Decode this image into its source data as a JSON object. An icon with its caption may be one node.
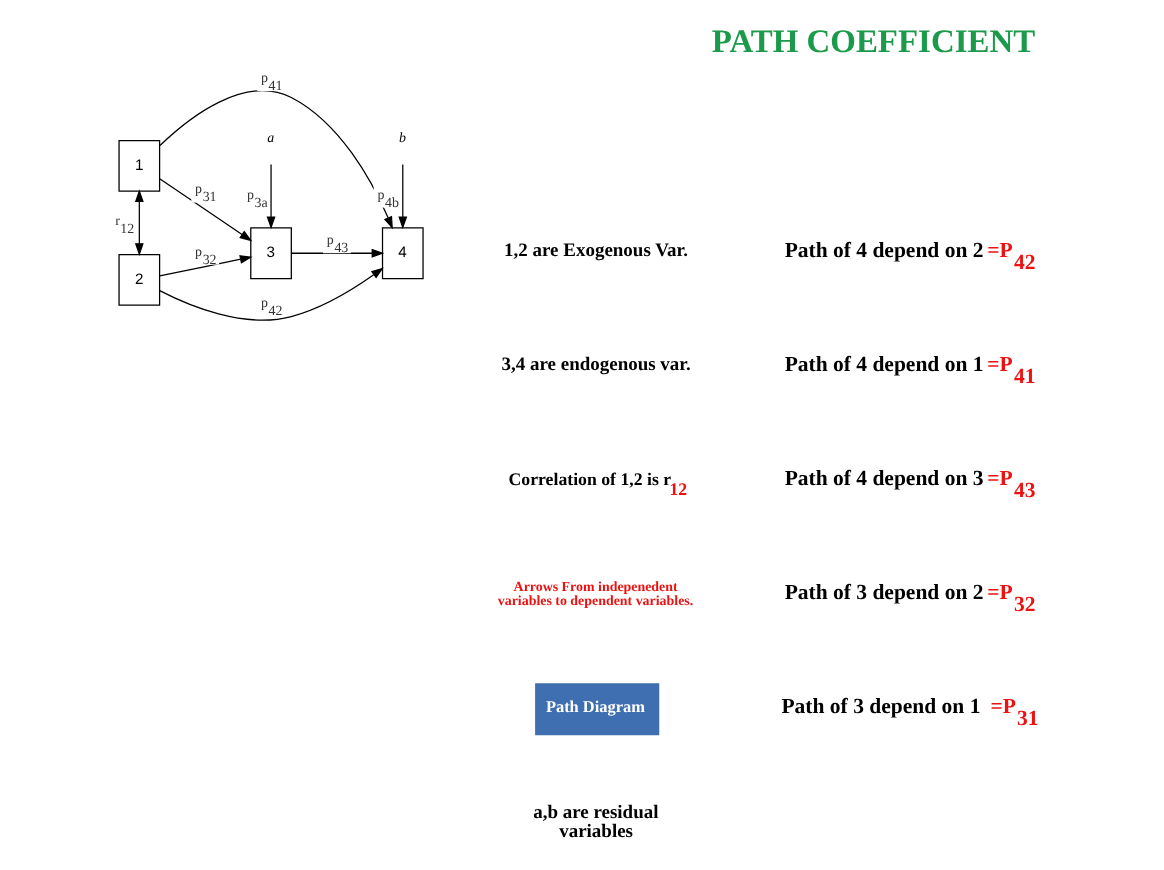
{
  "diagram": {
    "title": "PATH COEFFICIENT",
    "nodes": [
      {
        "text": [
          "1"
        ]
      },
      {
        "text": [
          "3"
        ]
      },
      {
        "text": [
          "4"
        ]
      },
      {
        "text": [
          "2"
        ]
      },
      {
        "text": [
          "a"
        ]
      },
      {
        "text": [
          "b"
        ]
      }
    ],
    "edges": [
      {
        "from": 0,
        "to": 3,
        "arrow": "both",
        "label": "r$_{12}$"
      },
      {
        "from": 0,
        "to": 2,
        "arrow": "to",
        "label": "p$_{41}$"
      },
      {
        "from": 0,
        "to": 1,
        "arrow": "to",
        "label": "p$_{31}$"
      },
      {
        "from": 1,
        "to": 2,
        "arrow": "to",
        "label": "p$_{43}$"
      },
      {
        "from": 3,
        "to": 1,
        "arrow": "to",
        "label": "p$_{32}$"
      },
      {
        "from": 3,
        "to": 2,
        "arrow": "to",
        "label": "p$_{42}$"
      },
      {
        "from": 4,
        "to": 1,
        "arrow": "to",
        "label": "p$_{3a}$"
      },
      {
        "from": 5,
        "to": 2,
        "arrow": "to",
        "label": "p$_{4b}$"
      }
    ],
    "labels": [
      "1,2 are Exogenous Var.",
      "3,4 are endogenous var.",
      "Correlation of 1,2 is r$_{12}$",
      "Arrows From indepenedent variables to dependent variables.",
      "Path Diagram",
      "a,b are residual variables",
      "Path of 4 depend on 2=P$_{42}$",
      "Path of 4 depend on 1=P$_{41}$",
      "Path of 4 depend on 3=P$_{43}$",
      "Path of 3 depend on 2=P$_{32}$",
      "Path of 3 depend on 1 =P$_{31}$"
    ]
  }
}
